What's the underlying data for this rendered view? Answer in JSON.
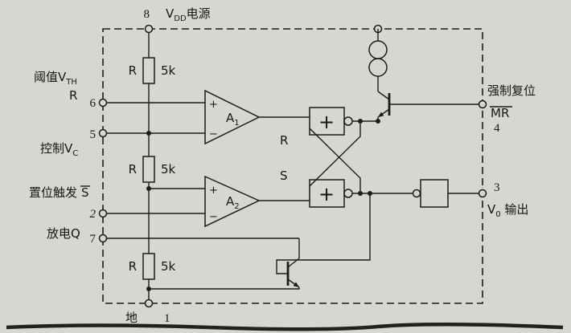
{
  "pins": {
    "vdd": {
      "number": "8",
      "label_main": "V",
      "label_sub": "DD",
      "label_rest": "电源"
    },
    "threshold": {
      "label_main": "阈值V",
      "label_sub": "TH",
      "label_line2": "R",
      "number": "6"
    },
    "control": {
      "number": "5",
      "label_main": "控制V",
      "label_sub": "C"
    },
    "trigger": {
      "label_main": "置位触发",
      "label_over": "S",
      "number": "2"
    },
    "discharge": {
      "label": "放电Q",
      "number": "7"
    },
    "ground": {
      "label": "地",
      "number": "1"
    },
    "reset": {
      "label": "强制复位",
      "label_over": "MR",
      "number": "4"
    },
    "output": {
      "number": "3",
      "label_main": "V",
      "label_sub": "0",
      "label_rest": " 输出"
    }
  },
  "components": {
    "r1": {
      "label": "R",
      "value": "5k"
    },
    "r2": {
      "label": "R",
      "value": "5k"
    },
    "r3": {
      "label": "R",
      "value": "5k"
    },
    "a1": {
      "name_main": "A",
      "name_sub": "1",
      "plus": "+",
      "minus": "−"
    },
    "a2": {
      "name_main": "A",
      "name_sub": "2",
      "plus": "+",
      "minus": "−"
    },
    "flipflop": {
      "r": "R",
      "s": "S",
      "gate_symbol": "+"
    }
  }
}
